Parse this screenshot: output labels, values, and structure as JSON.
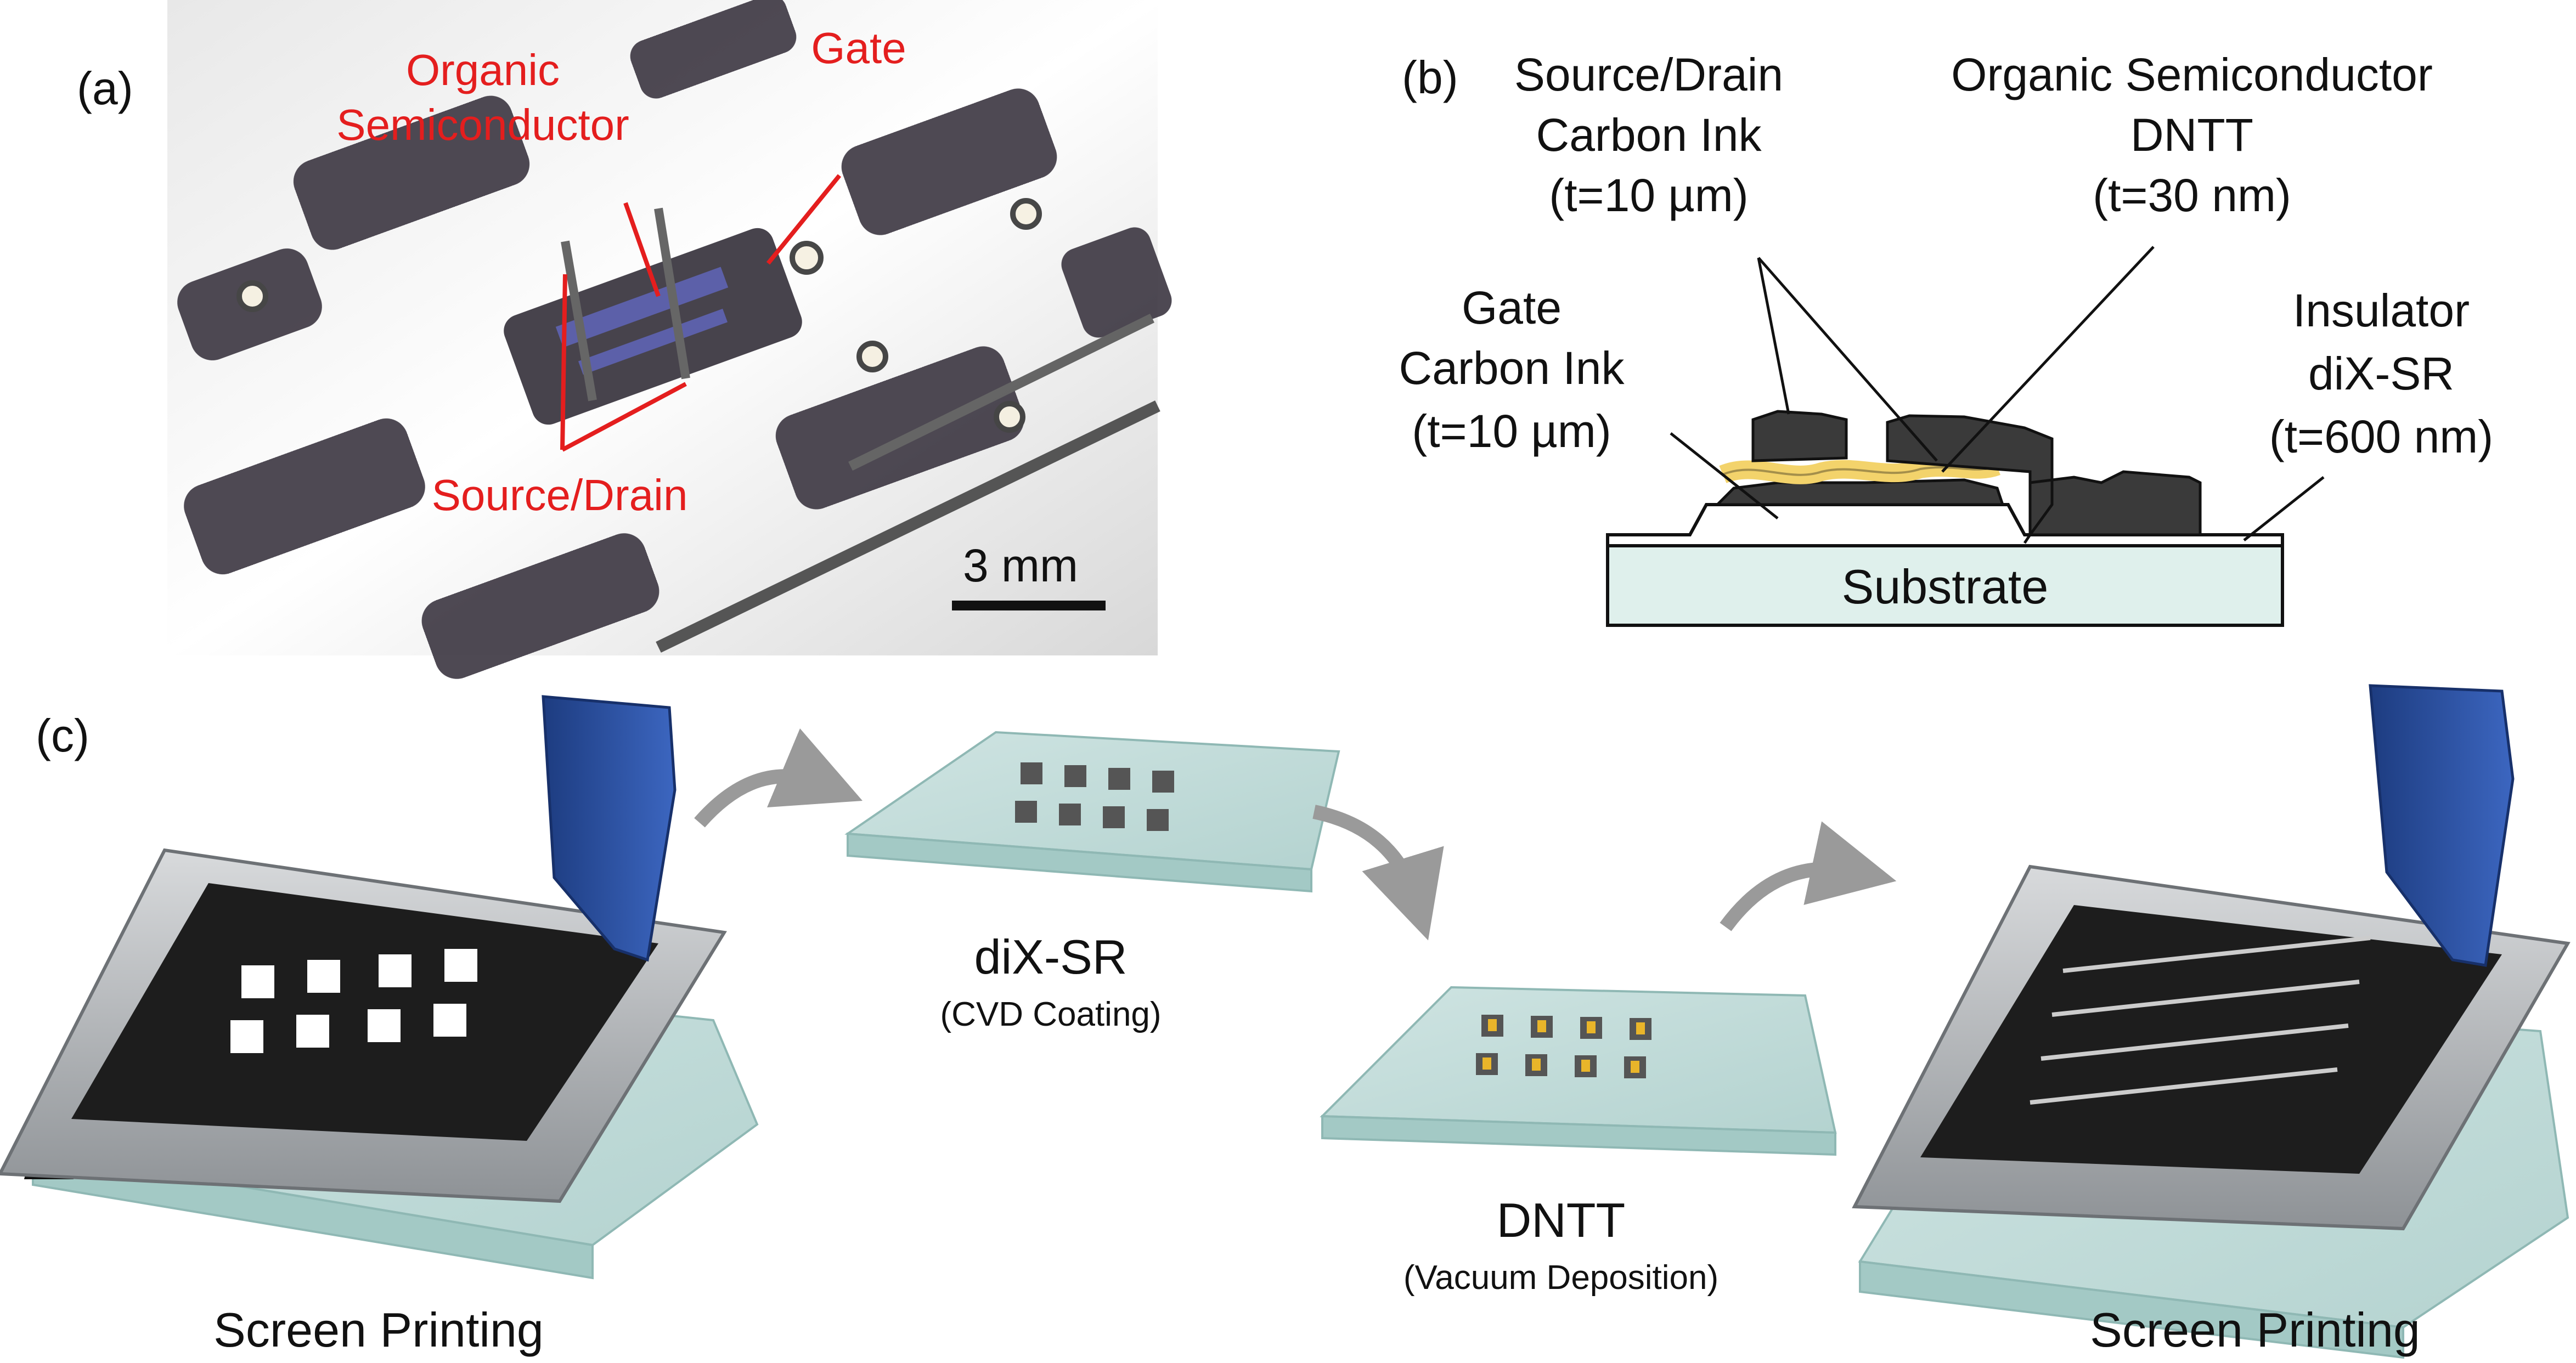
{
  "panel_a": {
    "letter": "(a)",
    "labels": {
      "semiconductor_line1": "Organic",
      "semiconductor_line2": "Semiconductor",
      "gate": "Gate",
      "source_drain": "Source/Drain"
    },
    "scale_bar": "3 mm",
    "colors": {
      "annotation": "#e41e1e",
      "device": "#3a3540",
      "channel": "#4a4fa0"
    }
  },
  "panel_b": {
    "letter": "(b)",
    "source_drain": {
      "line1": "Source/Drain",
      "line2": "Carbon Ink",
      "line3": "(t=10 µm)"
    },
    "semiconductor": {
      "line1": "Organic Semiconductor",
      "line2": "DNTT",
      "line3": "(t=30 nm)"
    },
    "gate": {
      "line1": "Gate",
      "line2": "Carbon Ink",
      "line3": "(t=10 µm)"
    },
    "insulator": {
      "line1": "Insulator",
      "line2": "diX-SR",
      "line3": "(t=600 nm)"
    },
    "substrate": "Substrate",
    "colors": {
      "substrate": "#dff0ec",
      "dntt": "#f3d36b",
      "carbon": "#3a3a3a"
    }
  },
  "panel_c": {
    "letter": "(c)",
    "step1": "Screen Printing",
    "step2_title": "diX-SR",
    "step2_sub": "(CVD Coating)",
    "step3_title": "DNTT",
    "step3_sub": "(Vacuum Deposition)",
    "step4": "Screen Printing",
    "colors": {
      "glass": "#a8cfcc",
      "frame": "#b8bcc0",
      "squeegee": "#2a4f9e",
      "arrow": "#9a9a9a"
    }
  }
}
